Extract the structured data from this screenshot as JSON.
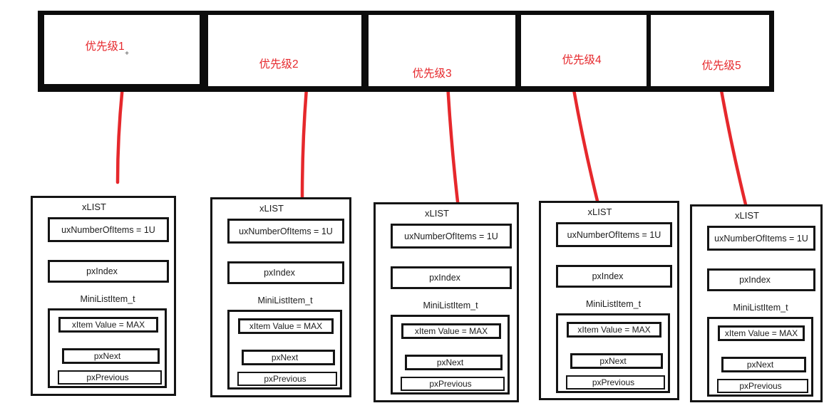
{
  "colors": {
    "accent_red": "#e6282c",
    "line_black": "#141414",
    "background": "#ffffff"
  },
  "stray_mark": "+",
  "priority_array": {
    "labels": [
      "优先级1",
      "优先级2",
      "优先级3",
      "优先级4",
      "优先级5"
    ]
  },
  "xlist_structs": [
    {
      "title": "xLIST",
      "number_of_items": "uxNumberOfItems = 1U",
      "index": "pxIndex",
      "mini_title": "MiniListItem_t",
      "item_value": "xItem Value = MAX",
      "next": "pxNext",
      "previous": "pxPrevious"
    },
    {
      "title": "xLIST",
      "number_of_items": "uxNumberOfItems = 1U",
      "index": "pxIndex",
      "mini_title": "MiniListItem_t",
      "item_value": "xItem Value = MAX",
      "next": "pxNext",
      "previous": "pxPrevious"
    },
    {
      "title": "xLIST",
      "number_of_items": "uxNumberOfItems = 1U",
      "index": "pxIndex",
      "mini_title": "MiniListItem_t",
      "item_value": "xItem Value = MAX",
      "next": "pxNext",
      "previous": "pxPrevious"
    },
    {
      "title": "xLIST",
      "number_of_items": "uxNumberOfItems = 1U",
      "index": "pxIndex",
      "mini_title": "MiniListItem_t",
      "item_value": "xItem Value = MAX",
      "next": "pxNext",
      "previous": "pxPrevious"
    },
    {
      "title": "xLIST",
      "number_of_items": "uxNumberOfItems = 1U",
      "index": "pxIndex",
      "mini_title": "MiniListItem_t",
      "item_value": "xItem Value = MAX",
      "next": "pxNext",
      "previous": "pxPrevious"
    }
  ]
}
